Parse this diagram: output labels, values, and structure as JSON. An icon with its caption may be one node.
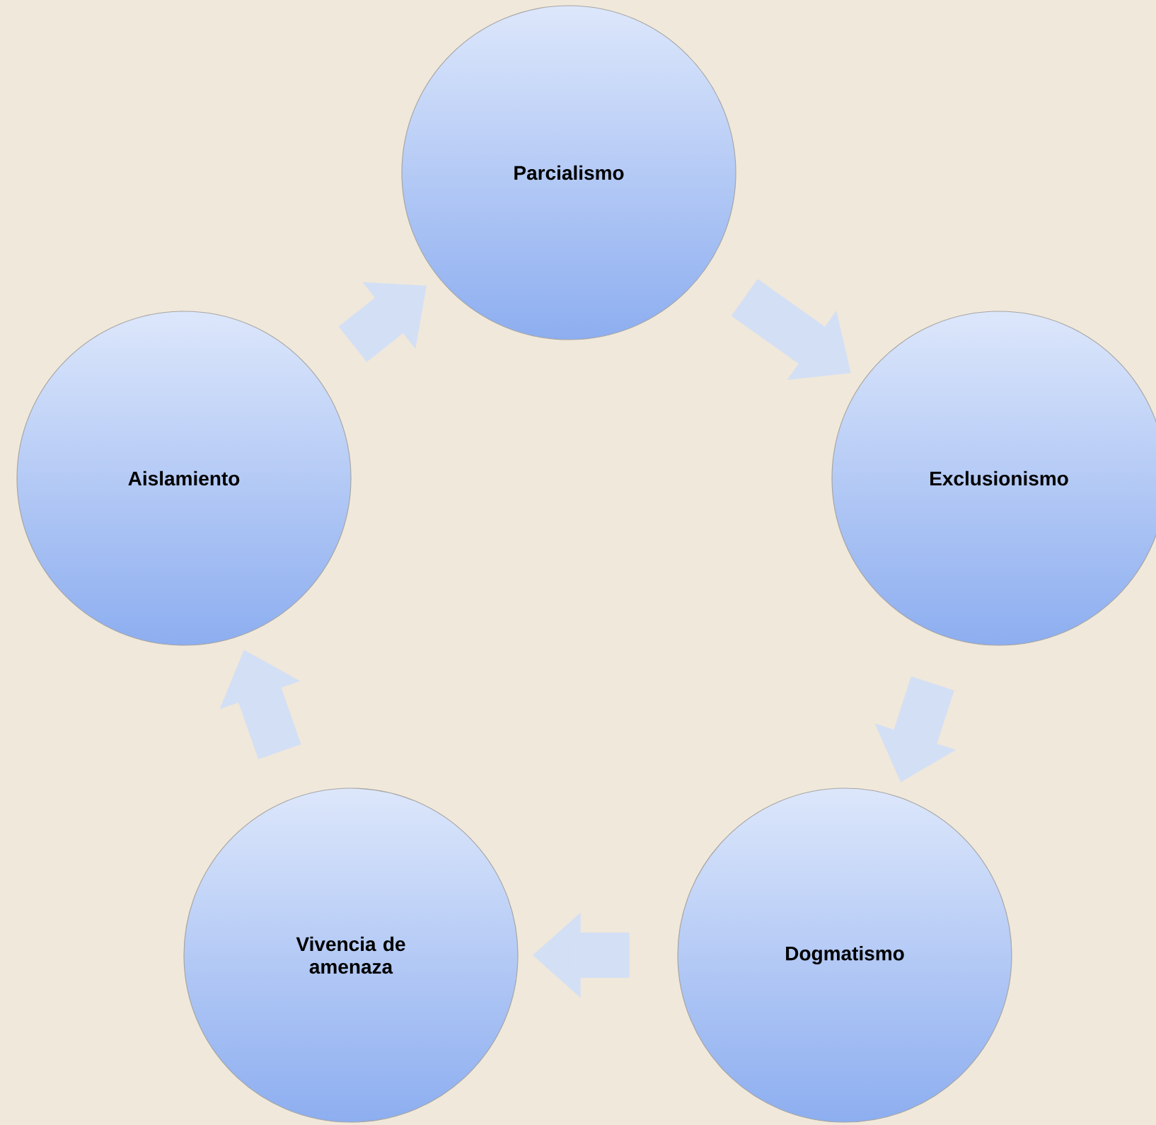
{
  "diagram": {
    "nodes": [
      {
        "text": [
          "Parcialismo"
        ]
      },
      {
        "text": [
          "Exclusionismo"
        ]
      },
      {
        "text": [
          "Dogmatismo"
        ]
      },
      {
        "text": [
          "Vivencia de amenaza"
        ]
      },
      {
        "text": [
          "Aislamiento"
        ]
      }
    ],
    "edges": [
      {
        "from": 0,
        "to": 1,
        "arrow": "to"
      },
      {
        "from": 1,
        "to": 2,
        "arrow": "to"
      },
      {
        "from": 2,
        "to": 3,
        "arrow": "to"
      },
      {
        "from": 3,
        "to": 4,
        "arrow": "to"
      },
      {
        "from": 4,
        "to": 0,
        "arrow": "to"
      }
    ]
  }
}
